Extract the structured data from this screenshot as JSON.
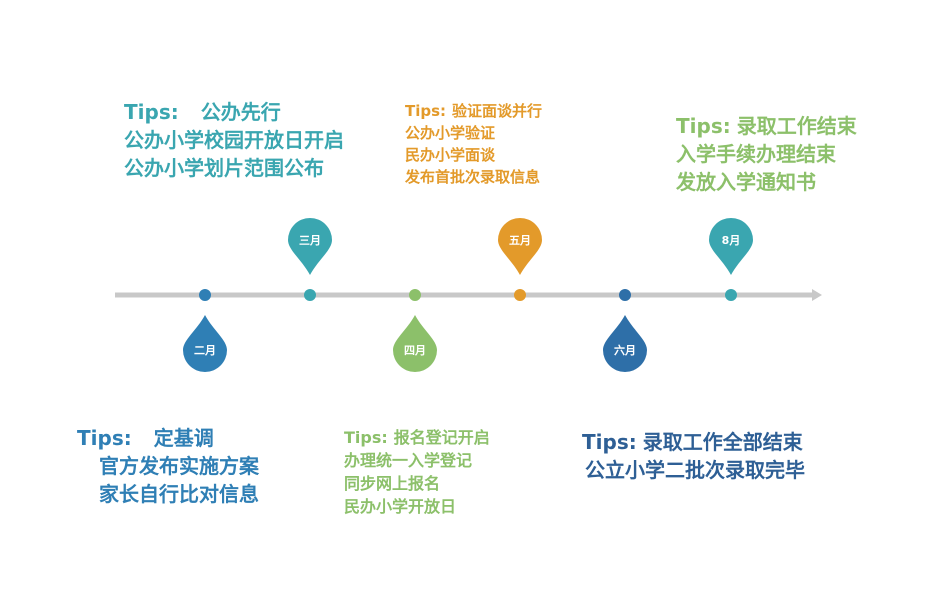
{
  "timeline": {
    "track_color": "#c8c8c8",
    "milestones": [
      {
        "month": "二月",
        "position": "below",
        "color": "#2f7fb5"
      },
      {
        "month": "三月",
        "position": "above",
        "color": "#3aa6b0"
      },
      {
        "month": "四月",
        "position": "below",
        "color": "#8cc06a"
      },
      {
        "month": "五月",
        "position": "above",
        "color": "#e39a2a"
      },
      {
        "month": "六月",
        "position": "below",
        "color": "#2e6fa8"
      },
      {
        "month": "8月",
        "position": "above",
        "color": "#3aa6b0"
      }
    ]
  },
  "tips": {
    "march": {
      "tag": "Tips:",
      "lines": [
        "公办先行",
        "公办小学校园开放日开启",
        "公办小学划片范围公布"
      ]
    },
    "february": {
      "tag": "Tips:",
      "lines": [
        "定基调",
        "官方发布实施方案",
        "家长自行比对信息"
      ]
    },
    "may": {
      "tag": "Tips:",
      "lines": [
        "验证面谈并行",
        "公办小学验证",
        "民办小学面谈",
        "发布首批次录取信息"
      ]
    },
    "april": {
      "tag": "Tips:",
      "lines": [
        "报名登记开启",
        "办理统一入学登记",
        "同步网上报名",
        "民办小学开放日"
      ]
    },
    "august": {
      "tag": "Tips:",
      "lines": [
        "录取工作结束",
        "入学手续办理结束",
        "发放入学通知书"
      ]
    },
    "june": {
      "tag": "Tips:",
      "lines": [
        "录取工作全部结束",
        "公立小学二批次录取完毕"
      ]
    }
  }
}
